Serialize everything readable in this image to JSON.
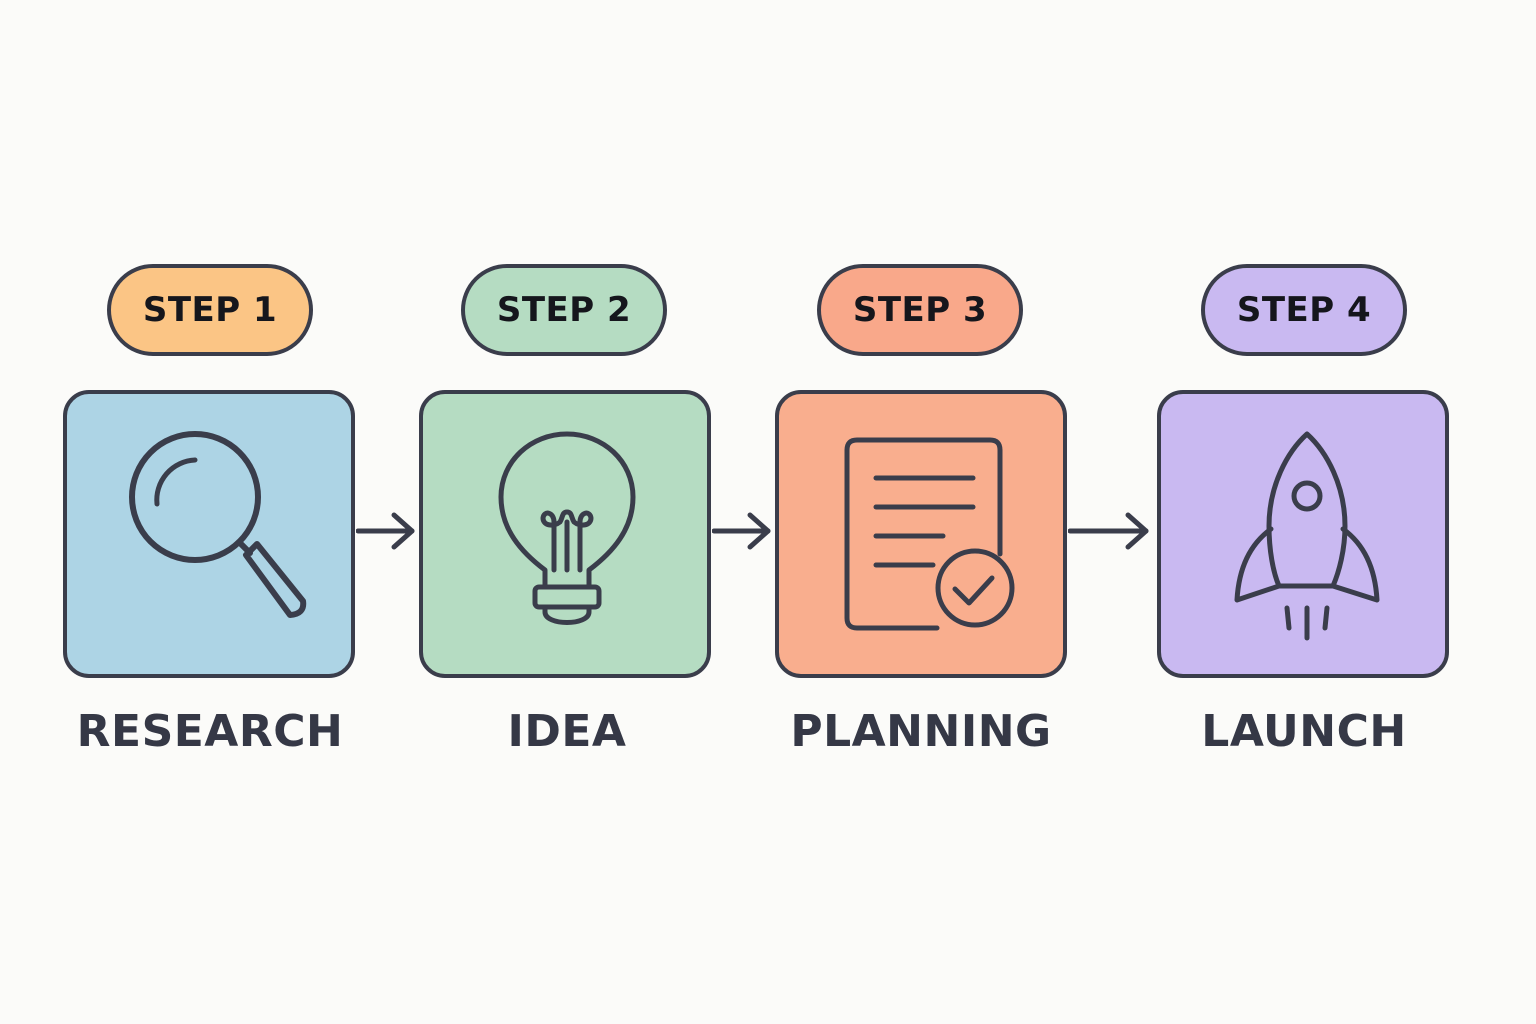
{
  "colors": {
    "background": "#fbfbf9",
    "outline": "#3a3d4b",
    "label_text": "#353846"
  },
  "steps": [
    {
      "badge": "STEP 1",
      "label": "RESEARCH",
      "icon": "magnifying-glass-icon",
      "badge_color": "#fbc585",
      "card_color": "#add4e5"
    },
    {
      "badge": "STEP 2",
      "label": "IDEA",
      "icon": "lightbulb-icon",
      "badge_color": "#b5dcc2",
      "card_color": "#b5dcc2"
    },
    {
      "badge": "STEP 3",
      "label": "PLANNING",
      "icon": "checklist-document-icon",
      "badge_color": "#f9a88a",
      "card_color": "#f9ae8e"
    },
    {
      "badge": "STEP 4",
      "label": "LAUNCH",
      "icon": "rocket-icon",
      "badge_color": "#c9b9f1",
      "card_color": "#c9b9f1"
    }
  ],
  "connectors": [
    "arrow-right-icon",
    "arrow-right-icon",
    "arrow-right-icon"
  ]
}
